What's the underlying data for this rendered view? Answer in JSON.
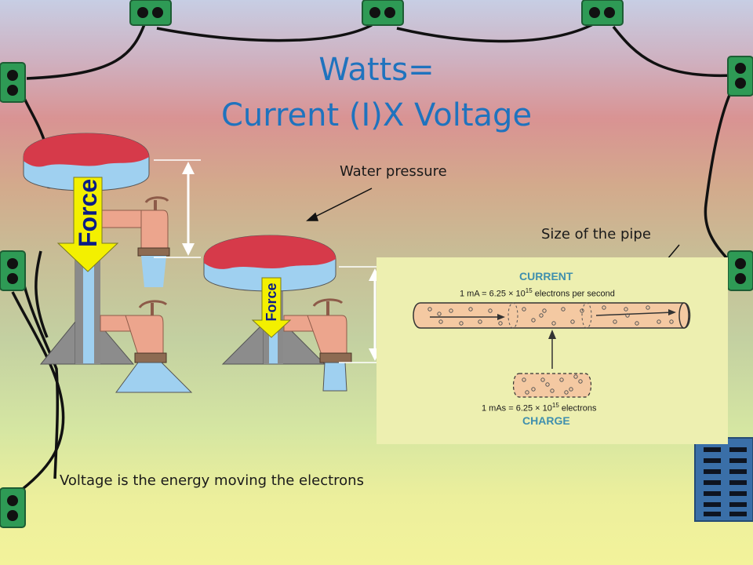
{
  "slide": {
    "title_line1": "Watts=",
    "title_line2": "Current (I)X Voltage",
    "labels": {
      "water_pressure": "Water pressure",
      "pipe_size": "Size of the pipe",
      "voltage": "Voltage is the energy moving the electrons"
    },
    "force_label": "Force",
    "inset": {
      "current_heading": "CURRENT",
      "current_text_prefix": "1 mA = 6.25 × 10",
      "current_exp": "15",
      "current_text_suffix": " electrons per second",
      "charge_text_prefix": "1 mAs = 6.25 × 10",
      "charge_exp": "15",
      "charge_text_suffix": " electrons",
      "charge_heading": "CHARGE"
    }
  },
  "colors": {
    "title": "#1f73be",
    "connector_green": "#2e9a55",
    "inset_bg": "#edefb0",
    "tank_red": "#d63a4a",
    "water_blue": "#9fd0f0",
    "arrow_yellow": "#f3f000",
    "tap_salmon": "#eca58d"
  }
}
